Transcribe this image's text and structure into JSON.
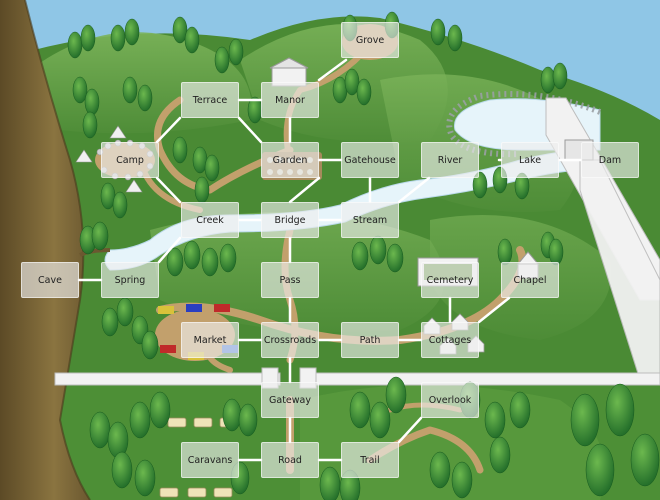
{
  "map": {
    "locations": {
      "grove": "Grove",
      "terrace": "Terrace",
      "manor": "Manor",
      "camp": "Camp",
      "garden": "Garden",
      "gatehouse": "Gatehouse",
      "river": "River",
      "lake": "Lake",
      "dam": "Dam",
      "creek": "Creek",
      "bridge": "Bridge",
      "stream": "Stream",
      "cave": "Cave",
      "spring": "Spring",
      "pass": "Pass",
      "cemetery": "Cemetery",
      "chapel": "Chapel",
      "market": "Market",
      "crossroads": "Crossroads",
      "path": "Path",
      "cottages": "Cottages",
      "gateway": "Gateway",
      "overlook": "Overlook",
      "caravans": "Caravans",
      "road": "Road",
      "trail": "Trail"
    },
    "colors": {
      "sky": "#8fc6e6",
      "grass": "#4a8a34",
      "hill": "#6ea84c",
      "cliff": "#7a6638",
      "water": "#e6f4fa",
      "path": "#c2a06c",
      "wall": "#f2f2f2",
      "node": "#eeeeee",
      "connector": "#ffffff"
    }
  }
}
